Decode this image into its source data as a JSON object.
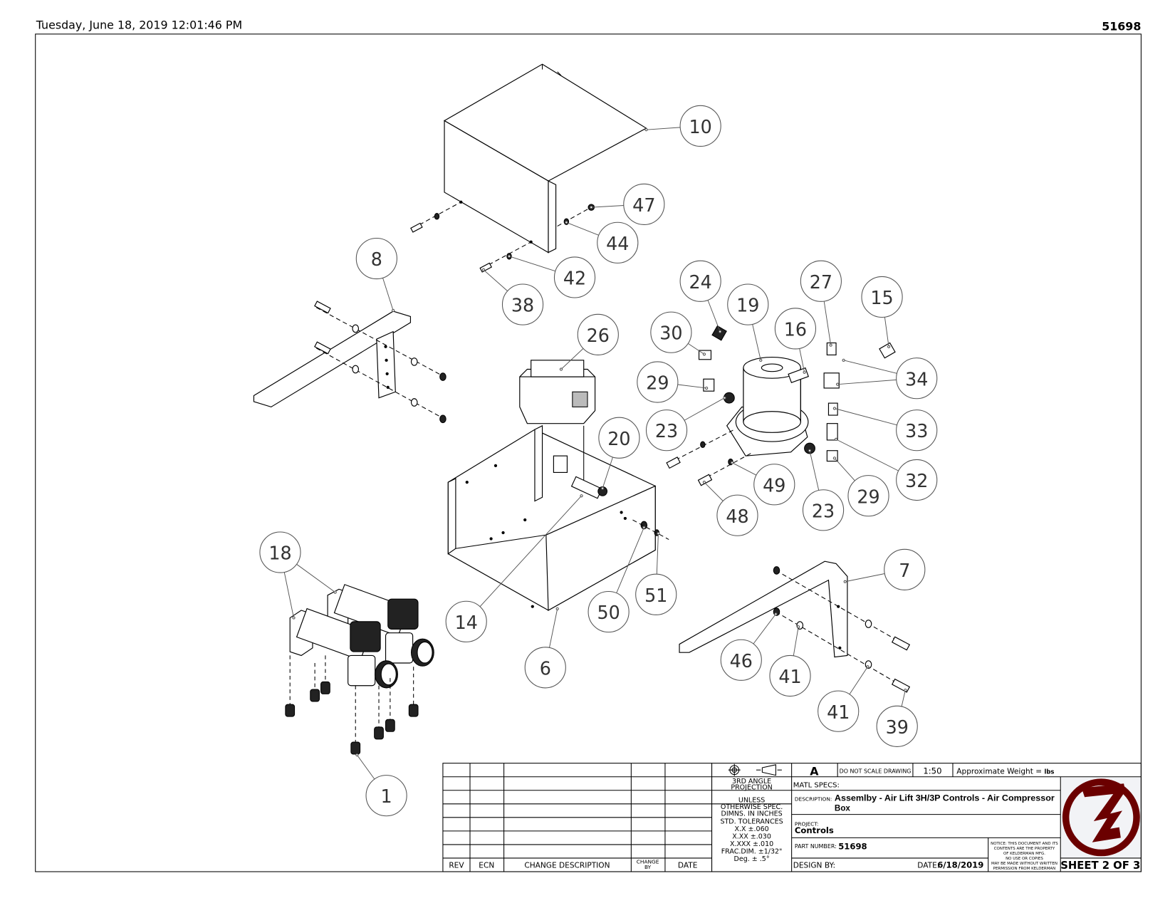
{
  "header": {
    "timestamp": "Tuesday, June 18, 2019 12:01:46 PM",
    "drawing_number": "51698"
  },
  "balloons": [
    "10",
    "47",
    "44",
    "42",
    "38",
    "8",
    "26",
    "24",
    "19",
    "27",
    "15",
    "16",
    "30",
    "29",
    "34",
    "23",
    "33",
    "20",
    "32",
    "49",
    "29",
    "48",
    "23",
    "7",
    "18",
    "51",
    "50",
    "14",
    "6",
    "46",
    "41",
    "41",
    "39",
    "1"
  ],
  "revision_table": {
    "headers": [
      "REV",
      "ECN",
      "CHANGE DESCRIPTION",
      "CHANGE BY",
      "DATE"
    ],
    "rows": []
  },
  "title_block": {
    "projection_label": "3RD ANGLE PROJECTION",
    "tolerances": [
      "UNLESS",
      "OTHERWISE SPEC.",
      "DIMNS. IN INCHES",
      "STD. TOLERANCES",
      "X.X ±.060",
      "X.XX ±.030",
      "X.XXX ±.010",
      "FRAC.DIM. ±1/32\"",
      "Deg. ± .5°"
    ],
    "size": "A",
    "do_not_scale": "DO NOT SCALE DRAWING",
    "scale": "1:50",
    "weight_label": "Approximate Weight =",
    "weight_unit": "lbs",
    "matl_specs_label": "MATL SPECS:",
    "description_label": "DESCRIPTION:",
    "description_line1": "Assemlby - Air Lift 3H/3P Controls - Air Compressor",
    "description_line2": "Box",
    "project_label": "PROJECT:",
    "project": "Controls",
    "part_number_label": "PART NUMBER:",
    "part_number": "51698",
    "design_by_label": "DESIGN BY:",
    "date_label": "DATE:",
    "date": "6/18/2019",
    "notice": [
      "NOTICE: THIS DOCUMENT AND ITS",
      "CONTENTS ARE THE PROPERTY",
      "OF KELDERMAN MFG.",
      "NO USE OR COPIES",
      "MAY BE MADE WITHOUT WRITTEN",
      "PERMISSION FROM KELDERMAN"
    ],
    "sheet": "SHEET 2 OF 3",
    "logo_color": "#6b0000"
  }
}
